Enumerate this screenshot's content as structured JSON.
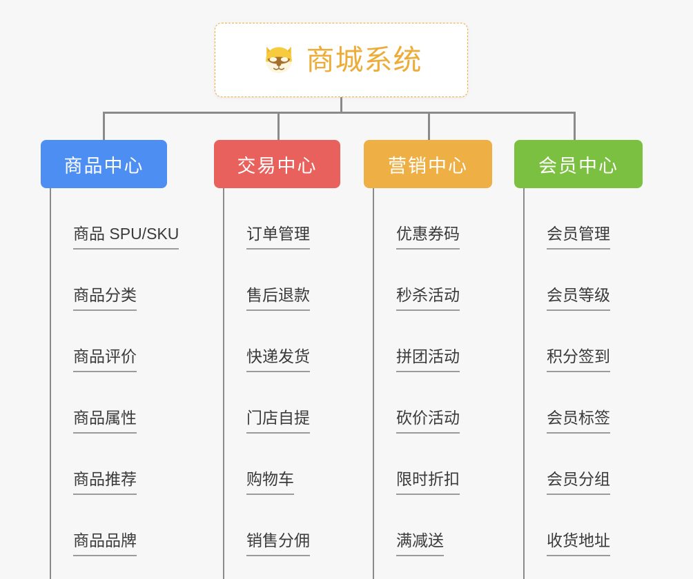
{
  "root": {
    "title": "商城系统",
    "icon": "shiba-dog-face-icon",
    "border_color": "#f0ae3c",
    "text_color": "#edab37",
    "background": "#ffffff"
  },
  "canvas": {
    "background": "#f7f7f7",
    "connector_color": "#8a8a8a"
  },
  "branches": [
    {
      "label": "商品中心",
      "color": "#4d8ef2",
      "items": [
        "商品 SPU/SKU",
        "商品分类",
        "商品评价",
        "商品属性",
        "商品推荐",
        "商品品牌"
      ]
    },
    {
      "label": "交易中心",
      "color": "#e9615c",
      "items": [
        "订单管理",
        "售后退款",
        "快递发货",
        "门店自提",
        "购物车",
        "销售分佣"
      ]
    },
    {
      "label": "营销中心",
      "color": "#eeaf45",
      "items": [
        "优惠券码",
        "秒杀活动",
        "拼团活动",
        "砍价活动",
        "限时折扣",
        "满减送"
      ]
    },
    {
      "label": "会员中心",
      "color": "#7cc042",
      "items": [
        "会员管理",
        "会员等级",
        "积分签到",
        "会员标签",
        "会员分组",
        "收货地址"
      ]
    }
  ]
}
